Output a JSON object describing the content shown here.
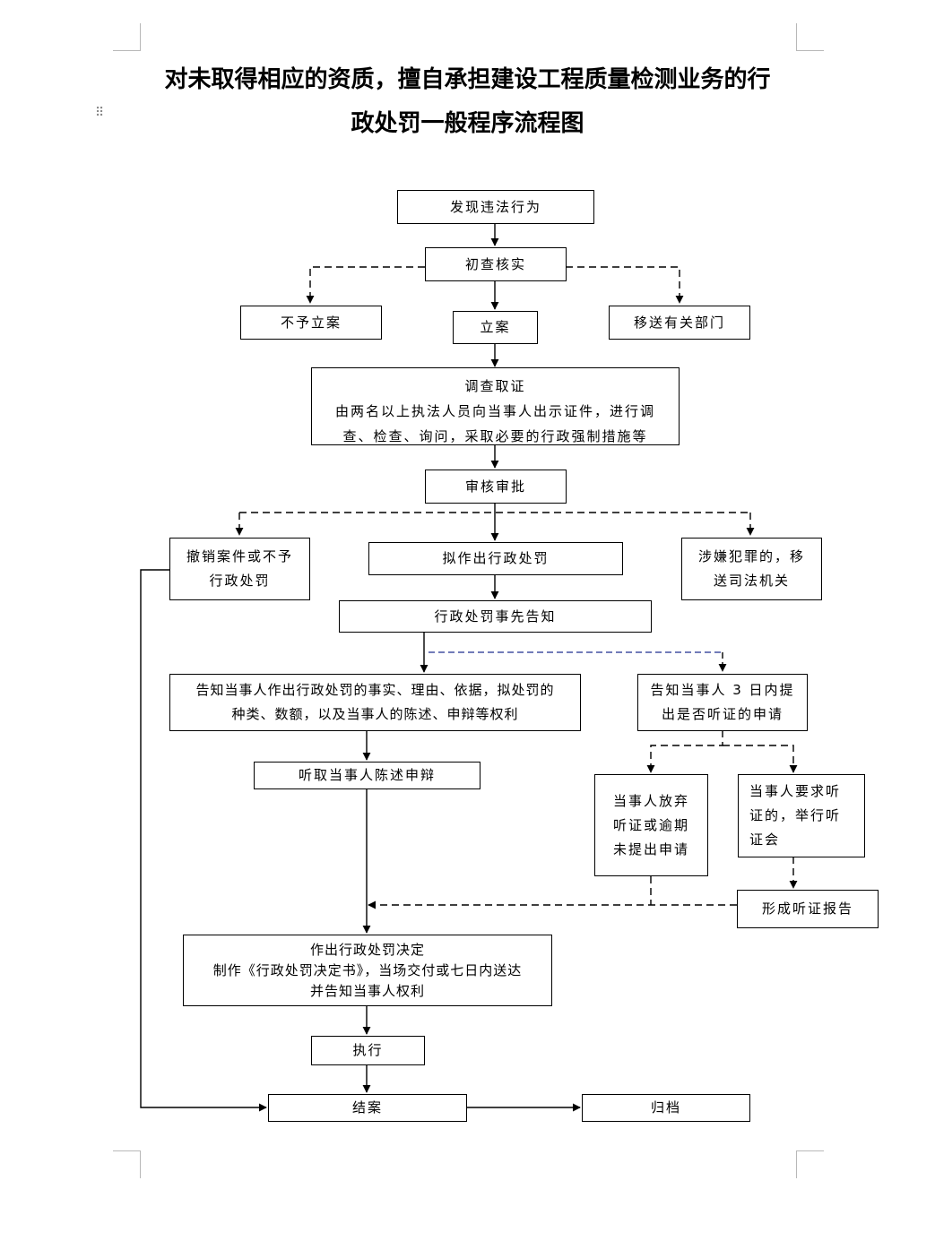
{
  "title": {
    "line1": "对未取得相应的资质，擅自承担建设工程质量检测业务的行",
    "line2": "政处罚一般程序流程图"
  },
  "drag_handle_glyph": "⠿",
  "nodes": {
    "discover": "发现违法行为",
    "preliminary": "初查核实",
    "no_case": "不予立案",
    "file_case": "立案",
    "transfer_dept": "移送有关部门",
    "investigate_title": "调查取证",
    "investigate_line2": "由两名以上执法人员向当事人出示证件，进行调",
    "investigate_line3": "查、检查、询问，采取必要的行政强制措施等",
    "review": "审核审批",
    "revoke_line1": "撤销案件或不予",
    "revoke_line2": "行政处罚",
    "draft_penalty": "拟作出行政处罚",
    "crime_line1": "涉嫌犯罪的，移",
    "crime_line2": "送司法机关",
    "pre_notice": "行政处罚事先告知",
    "inform_rights_line1": "告知当事人作出行政处罚的事实、理由、依据，拟处罚的",
    "inform_rights_line2": "种类、数额，以及当事人的陈述、申辩等权利",
    "inform_hearing_line1": "告知当事人 3 日内提",
    "inform_hearing_line2": "出是否听证的申请",
    "listen_defense": "听取当事人陈述申辩",
    "waive_line1": "当事人放弃",
    "waive_line2": "听证或逾期",
    "waive_line3": "未提出申请",
    "request_line1": "当事人要求听",
    "request_line2": "证的，举行听",
    "request_line3": "证会",
    "hearing_report": "形成听证报告",
    "decision_line1": "作出行政处罚决定",
    "decision_line2": "制作《行政处罚决定书》，当场交付或七日内送达",
    "decision_line3": "并告知当事人权利",
    "execute": "执行",
    "close_case": "结案",
    "archive": "归档"
  },
  "colors": {
    "line": "#000000",
    "dashed_blue": "#1f2f8f",
    "corner_marks": "#b8b8b8"
  }
}
